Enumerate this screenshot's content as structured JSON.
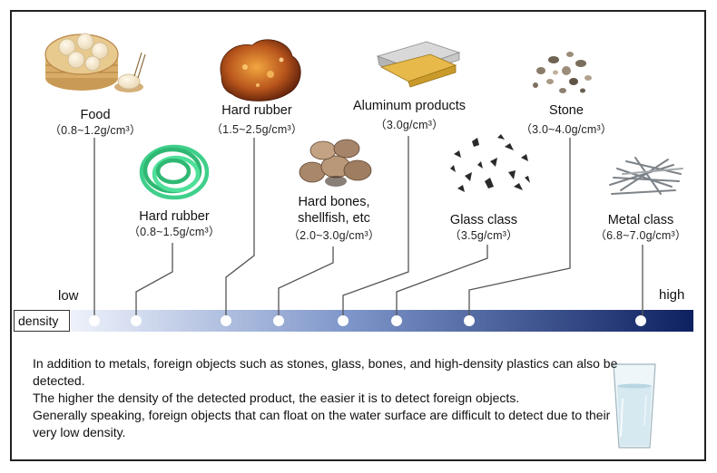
{
  "axis": {
    "label": "density",
    "low_label": "low",
    "high_label": "high"
  },
  "materials": [
    {
      "id": "food",
      "name": "Food",
      "density": "（0.8~1.2g/cm³）",
      "icon": "steamed-buns-icon"
    },
    {
      "id": "hose",
      "name": "Hard rubber",
      "density": "（0.8~1.5g/cm³）",
      "icon": "rubber-hose-icon"
    },
    {
      "id": "amber",
      "name": "Hard rubber",
      "density": "（1.5~2.5g/cm³）",
      "icon": "amber-rubber-icon"
    },
    {
      "id": "bones",
      "name": "Hard bones,",
      "name2": "shellfish, etc",
      "density": "（2.0~3.0g/cm³）",
      "icon": "shellfish-icon"
    },
    {
      "id": "alu",
      "name": "Aluminum products",
      "density": "（3.0g/cm³）",
      "icon": "aluminum-tray-icon"
    },
    {
      "id": "glass",
      "name": "Glass class",
      "density": "（3.5g/cm³）",
      "icon": "glass-shards-icon"
    },
    {
      "id": "stone",
      "name": "Stone",
      "density": "（3.0~4.0g/cm³）",
      "icon": "stones-icon"
    },
    {
      "id": "metal",
      "name": "Metal class",
      "density": "（6.8~7.0g/cm³）",
      "icon": "metal-nails-icon"
    }
  ],
  "note": {
    "line1": "In addition to metals, foreign objects such as stones, glass, bones, and high-density plastics can also be detected.",
    "line2": "The higher the density of the detected product, the easier it is to detect foreign objects.",
    "line3": "Generally speaking, foreign objects that can float on the water surface are difficult to detect due to their very low density."
  },
  "colors": {
    "bar_start": "#eef2fb",
    "bar_end": "#0d2060",
    "frame": "#222222"
  }
}
